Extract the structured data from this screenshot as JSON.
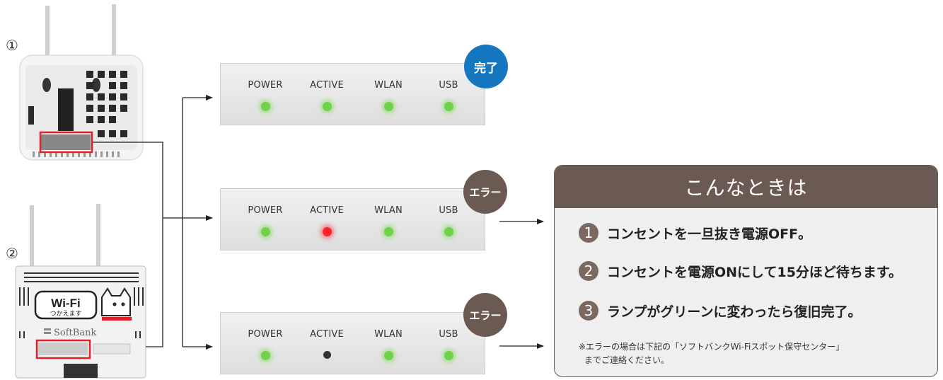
{
  "devices": [
    {
      "number": "①"
    },
    {
      "number": "②",
      "screen_text": "Wi-Fi",
      "screen_subtext": "つかえます",
      "brand": "SoftBank"
    }
  ],
  "indicator_labels": [
    "POWER",
    "ACTIVE",
    "WLAN",
    "USB"
  ],
  "panels": [
    {
      "badge": "完了",
      "badge_color": "#1577c0",
      "leds": [
        "green",
        "green",
        "green",
        "green"
      ]
    },
    {
      "badge": "エラー",
      "badge_color": "#6b5a52",
      "leds": [
        "green",
        "red",
        "green",
        "green"
      ]
    },
    {
      "badge": "エラー",
      "badge_color": "#6b5a52",
      "leds": [
        "green",
        "off",
        "green",
        "green"
      ]
    }
  ],
  "info": {
    "title": "こんなときは",
    "steps": [
      {
        "num": "1",
        "text": "コンセントを一旦抜き電源OFF。"
      },
      {
        "num": "2",
        "text": "コンセントを電源ONにして15分ほど待ちます。"
      },
      {
        "num": "3",
        "text": "ランプがグリーンに変わったら復旧完了。"
      }
    ],
    "note_line1": "※エラーの場合は下記の「ソフトバンクWi-Fiスポット保守センター」",
    "note_line2": "までご連絡ください。"
  },
  "colors": {
    "accent_blue": "#1577c0",
    "brown": "#6b5a52",
    "led_green": "#6fd24a",
    "led_red": "#ff2030"
  }
}
